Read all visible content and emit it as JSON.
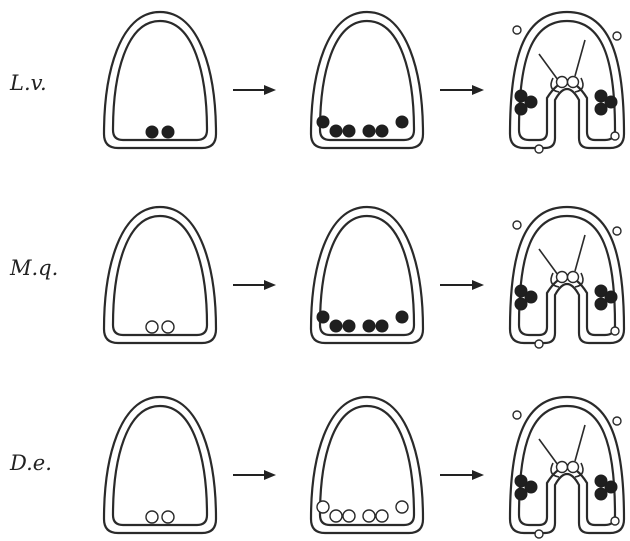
{
  "rows": [
    {
      "label": "L.v.",
      "stages": [
        {
          "type": "early",
          "cells": "filled"
        },
        {
          "type": "mid",
          "cells": "filled"
        },
        {
          "type": "late",
          "ventral_clusters": "filled"
        }
      ]
    },
    {
      "label": "M.q.",
      "stages": [
        {
          "type": "early",
          "cells": "open"
        },
        {
          "type": "mid",
          "cells": "filled"
        },
        {
          "type": "late",
          "ventral_clusters": "filled"
        }
      ]
    },
    {
      "label": "D.e.",
      "stages": [
        {
          "type": "early",
          "cells": "open"
        },
        {
          "type": "mid",
          "cells": "open"
        },
        {
          "type": "late",
          "ventral_clusters": "filled"
        }
      ]
    }
  ],
  "colors": {
    "ink": "#222222",
    "filled_cell": "#1f1f1f",
    "open_cell": "#ffffff",
    "background": "#ffffff"
  }
}
